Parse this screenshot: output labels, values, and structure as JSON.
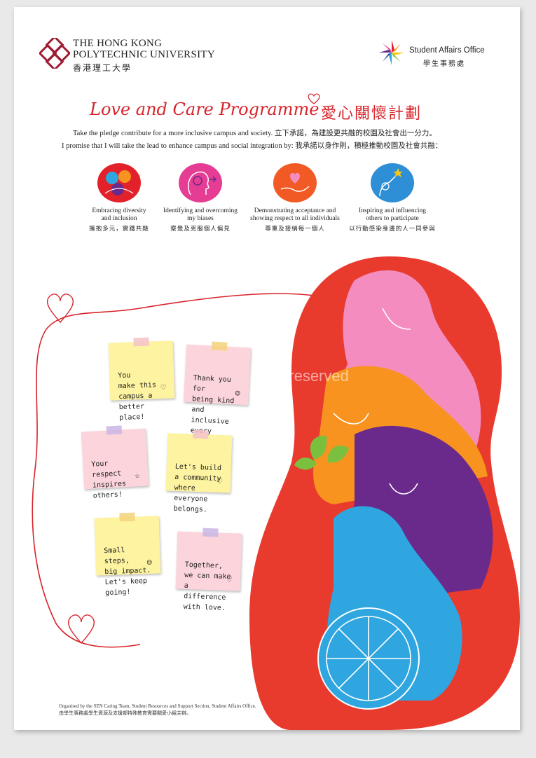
{
  "header": {
    "university_line1": "THE HONG KONG",
    "university_line2": "POLYTECHNIC UNIVERSITY",
    "university_cn": "香港理工大學",
    "office_en": "Student Affairs Office",
    "office_cn": "學生事務處"
  },
  "title": {
    "en": "Love and Care Programme",
    "cn": "愛心關懷計劃"
  },
  "pledge": {
    "line1": "Take the pledge contribute for a more inclusive campus and society. 立下承諾，為建設更共融的校園及社會出一分力。",
    "line2": "I promise that I will take the lead to enhance campus and social integration by: 我承諾以身作則，積極推動校園及社會共融："
  },
  "commitments": [
    {
      "en": "Embracing diversity\nand inclusion",
      "cn": "擁抱多元，實踐共融",
      "color": "#e3212b",
      "icon": "diverse-faces-icon"
    },
    {
      "en": "Identifying and overcoming\nmy biases",
      "cn": "察覺及克服個人偏見",
      "color": "#e63d94",
      "icon": "head-thought-icon"
    },
    {
      "en": "Demonstrating acceptance and\nshowing respect to all individuals",
      "cn": "尊重及接納每一個人",
      "color": "#f15a24",
      "icon": "hand-heart-icon"
    },
    {
      "en": "Inspiring and influencing\nothers to participate",
      "cn": "以行動感染身邊的人一同參與",
      "color": "#2e8fd6",
      "icon": "reach-star-icon"
    }
  ],
  "notes": [
    {
      "text": "You\nmake this\ncampus a\nbetter place!",
      "mark": "♡",
      "color": "yellow"
    },
    {
      "text": "Thank you for\nbeing kind and\ninclusive every\nday.",
      "mark": "☺",
      "color": "pink"
    },
    {
      "text": "Your respect\ninspires\nothers!",
      "mark": "☆",
      "color": "pink"
    },
    {
      "text": "Let's build\na community\nwhere everyone\nbelongs.",
      "mark": "♡",
      "color": "yellow"
    },
    {
      "text": "Small steps,\nbig impact.\nLet's keep\ngoing!",
      "mark": "☺",
      "color": "yellow"
    },
    {
      "text": "Together,\nwe can make\na difference\nwith love.",
      "mark": "♡",
      "color": "pink"
    }
  ],
  "watermark": "©Matisse. all rights reserved",
  "footer": {
    "en": "Organised by the SEN Caring Team, Student Resources and Support Section, Student Affairs Office.",
    "cn": "由學生事務處學生資源及支援部特殊教育需要關愛小組主辦。"
  },
  "colors": {
    "brand_red": "#d8232a",
    "pink": "#f48cc0",
    "orange": "#f7931e",
    "purple": "#6a2a8c",
    "blue": "#2fa6df",
    "green": "#7bbf3f"
  }
}
